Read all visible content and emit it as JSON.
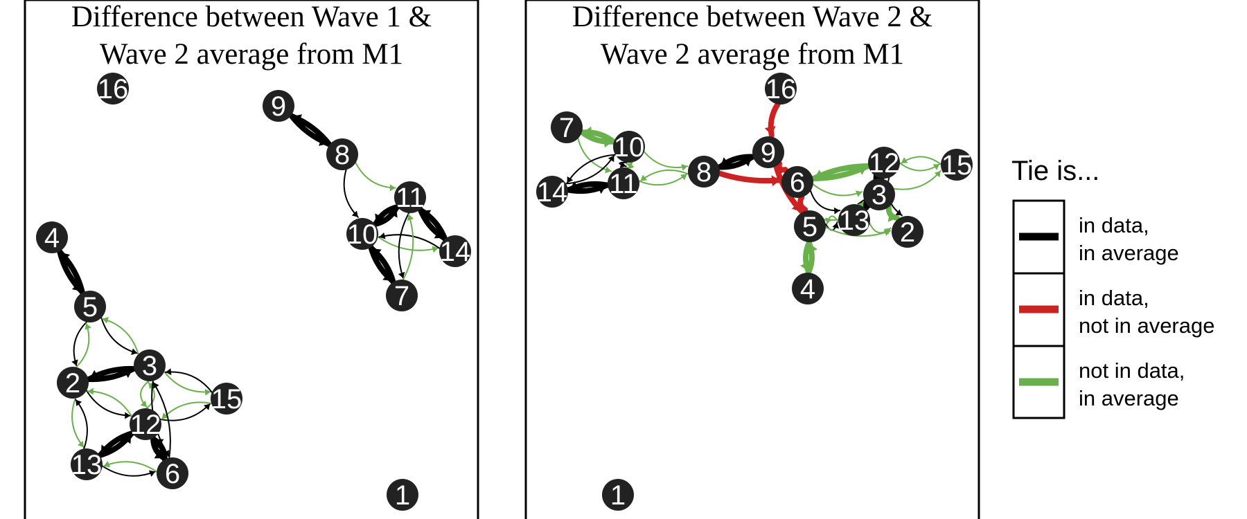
{
  "colors": {
    "in_data_in_average": "#000000",
    "in_data_not_in_average": "#cc2222",
    "not_in_data_in_average": "#6ab04c",
    "node_fill": "#222222",
    "node_label": "#ffffff"
  },
  "panels": [
    {
      "title_lines": [
        "Difference between Wave 1 &",
        "Wave 2 average from M1"
      ],
      "nodes": [
        "1",
        "2",
        "3",
        "4",
        "5",
        "6",
        "7",
        "8",
        "9",
        "10",
        "11",
        "12",
        "13",
        "14",
        "15",
        "16"
      ],
      "ties": [
        {
          "from": "9",
          "to": "8",
          "type": "in_data_in_average",
          "weight": "strong"
        },
        {
          "from": "8",
          "to": "9",
          "type": "in_data_in_average",
          "weight": "strong"
        },
        {
          "from": "8",
          "to": "11",
          "type": "not_in_data_in_average",
          "weight": "weak"
        },
        {
          "from": "8",
          "to": "10",
          "type": "in_data_in_average",
          "weight": "weak"
        },
        {
          "from": "10",
          "to": "11",
          "type": "in_data_in_average",
          "weight": "strong"
        },
        {
          "from": "11",
          "to": "10",
          "type": "in_data_in_average",
          "weight": "strong"
        },
        {
          "from": "11",
          "to": "14",
          "type": "in_data_in_average",
          "weight": "strong"
        },
        {
          "from": "14",
          "to": "11",
          "type": "in_data_in_average",
          "weight": "strong"
        },
        {
          "from": "10",
          "to": "7",
          "type": "in_data_in_average",
          "weight": "strong"
        },
        {
          "from": "7",
          "to": "10",
          "type": "in_data_in_average",
          "weight": "strong"
        },
        {
          "from": "10",
          "to": "14",
          "type": "not_in_data_in_average",
          "weight": "weak"
        },
        {
          "from": "14",
          "to": "10",
          "type": "in_data_in_average",
          "weight": "weak"
        },
        {
          "from": "11",
          "to": "7",
          "type": "in_data_in_average",
          "weight": "weak"
        },
        {
          "from": "7",
          "to": "11",
          "type": "not_in_data_in_average",
          "weight": "weak"
        },
        {
          "from": "4",
          "to": "5",
          "type": "in_data_in_average",
          "weight": "strong"
        },
        {
          "from": "5",
          "to": "4",
          "type": "in_data_in_average",
          "weight": "strong"
        },
        {
          "from": "5",
          "to": "2",
          "type": "in_data_in_average",
          "weight": "weak"
        },
        {
          "from": "2",
          "to": "5",
          "type": "not_in_data_in_average",
          "weight": "weak"
        },
        {
          "from": "5",
          "to": "3",
          "type": "in_data_in_average",
          "weight": "weak"
        },
        {
          "from": "3",
          "to": "5",
          "type": "not_in_data_in_average",
          "weight": "weak"
        },
        {
          "from": "2",
          "to": "3",
          "type": "in_data_in_average",
          "weight": "strong"
        },
        {
          "from": "3",
          "to": "2",
          "type": "in_data_in_average",
          "weight": "strong"
        },
        {
          "from": "3",
          "to": "15",
          "type": "not_in_data_in_average",
          "weight": "weak"
        },
        {
          "from": "15",
          "to": "3",
          "type": "in_data_in_average",
          "weight": "weak"
        },
        {
          "from": "12",
          "to": "15",
          "type": "in_data_in_average",
          "weight": "weak"
        },
        {
          "from": "15",
          "to": "12",
          "type": "not_in_data_in_average",
          "weight": "weak"
        },
        {
          "from": "3",
          "to": "12",
          "type": "not_in_data_in_average",
          "weight": "weak"
        },
        {
          "from": "12",
          "to": "3",
          "type": "not_in_data_in_average",
          "weight": "weak"
        },
        {
          "from": "2",
          "to": "12",
          "type": "in_data_in_average",
          "weight": "weak"
        },
        {
          "from": "12",
          "to": "2",
          "type": "not_in_data_in_average",
          "weight": "weak"
        },
        {
          "from": "12",
          "to": "13",
          "type": "in_data_in_average",
          "weight": "strong"
        },
        {
          "from": "13",
          "to": "12",
          "type": "in_data_in_average",
          "weight": "strong"
        },
        {
          "from": "12",
          "to": "6",
          "type": "in_data_in_average",
          "weight": "strong"
        },
        {
          "from": "6",
          "to": "12",
          "type": "in_data_in_average",
          "weight": "strong"
        },
        {
          "from": "3",
          "to": "6",
          "type": "in_data_in_average",
          "weight": "weak"
        },
        {
          "from": "6",
          "to": "3",
          "type": "in_data_in_average",
          "weight": "weak"
        },
        {
          "from": "13",
          "to": "6",
          "type": "in_data_in_average",
          "weight": "weak"
        },
        {
          "from": "6",
          "to": "13",
          "type": "not_in_data_in_average",
          "weight": "weak"
        },
        {
          "from": "2",
          "to": "13",
          "type": "not_in_data_in_average",
          "weight": "weak"
        },
        {
          "from": "13",
          "to": "2",
          "type": "in_data_in_average",
          "weight": "weak"
        }
      ]
    },
    {
      "title_lines": [
        "Difference between Wave 2 &",
        "Wave 2 average from M1"
      ],
      "nodes": [
        "1",
        "2",
        "3",
        "4",
        "5",
        "6",
        "7",
        "8",
        "9",
        "10",
        "11",
        "12",
        "13",
        "14",
        "15",
        "16"
      ],
      "ties": [
        {
          "from": "16",
          "to": "9",
          "type": "in_data_not_in_average",
          "weight": "strong"
        },
        {
          "from": "8",
          "to": "9",
          "type": "in_data_in_average",
          "weight": "strong"
        },
        {
          "from": "9",
          "to": "8",
          "type": "in_data_in_average",
          "weight": "strong"
        },
        {
          "from": "9",
          "to": "6",
          "type": "in_data_not_in_average",
          "weight": "strong"
        },
        {
          "from": "8",
          "to": "6",
          "type": "in_data_not_in_average",
          "weight": "strong"
        },
        {
          "from": "6",
          "to": "5",
          "type": "in_data_not_in_average",
          "weight": "strong"
        },
        {
          "from": "9",
          "to": "5",
          "type": "in_data_not_in_average",
          "weight": "strong"
        },
        {
          "from": "7",
          "to": "10",
          "type": "not_in_data_in_average",
          "weight": "strong"
        },
        {
          "from": "10",
          "to": "7",
          "type": "not_in_data_in_average",
          "weight": "strong"
        },
        {
          "from": "7",
          "to": "11",
          "type": "not_in_data_in_average",
          "weight": "weak"
        },
        {
          "from": "10",
          "to": "8",
          "type": "not_in_data_in_average",
          "weight": "weak"
        },
        {
          "from": "11",
          "to": "8",
          "type": "not_in_data_in_average",
          "weight": "weak"
        },
        {
          "from": "8",
          "to": "11",
          "type": "not_in_data_in_average",
          "weight": "weak"
        },
        {
          "from": "14",
          "to": "11",
          "type": "in_data_in_average",
          "weight": "strong"
        },
        {
          "from": "11",
          "to": "14",
          "type": "in_data_in_average",
          "weight": "strong"
        },
        {
          "from": "14",
          "to": "10",
          "type": "in_data_in_average",
          "weight": "weak"
        },
        {
          "from": "10",
          "to": "14",
          "type": "in_data_in_average",
          "weight": "weak"
        },
        {
          "from": "10",
          "to": "11",
          "type": "in_data_in_average",
          "weight": "weak"
        },
        {
          "from": "11",
          "to": "10",
          "type": "not_in_data_in_average",
          "weight": "weak"
        },
        {
          "from": "6",
          "to": "12",
          "type": "not_in_data_in_average",
          "weight": "strong"
        },
        {
          "from": "12",
          "to": "6",
          "type": "not_in_data_in_average",
          "weight": "strong"
        },
        {
          "from": "12",
          "to": "15",
          "type": "not_in_data_in_average",
          "weight": "weak"
        },
        {
          "from": "15",
          "to": "12",
          "type": "not_in_data_in_average",
          "weight": "weak"
        },
        {
          "from": "3",
          "to": "15",
          "type": "not_in_data_in_average",
          "weight": "weak"
        },
        {
          "from": "12",
          "to": "3",
          "type": "in_data_in_average",
          "weight": "strong"
        },
        {
          "from": "3",
          "to": "13",
          "type": "in_data_in_average",
          "weight": "strong"
        },
        {
          "from": "3",
          "to": "2",
          "type": "not_in_data_in_average",
          "weight": "strong"
        },
        {
          "from": "12",
          "to": "2",
          "type": "in_data_in_average",
          "weight": "weak"
        },
        {
          "from": "6",
          "to": "13",
          "type": "in_data_in_average",
          "weight": "weak"
        },
        {
          "from": "6",
          "to": "3",
          "type": "not_in_data_in_average",
          "weight": "weak"
        },
        {
          "from": "5",
          "to": "13",
          "type": "in_data_in_average",
          "weight": "weak"
        },
        {
          "from": "13",
          "to": "5",
          "type": "not_in_data_in_average",
          "weight": "weak"
        },
        {
          "from": "5",
          "to": "2",
          "type": "not_in_data_in_average",
          "weight": "weak"
        },
        {
          "from": "13",
          "to": "2",
          "type": "not_in_data_in_average",
          "weight": "weak"
        },
        {
          "from": "5",
          "to": "4",
          "type": "not_in_data_in_average",
          "weight": "strong"
        },
        {
          "from": "4",
          "to": "5",
          "type": "not_in_data_in_average",
          "weight": "strong"
        },
        {
          "from": "5",
          "to": "3",
          "type": "not_in_data_in_average",
          "weight": "weak"
        }
      ]
    }
  ],
  "legend": {
    "title": "Tie is...",
    "items": [
      {
        "type": "in_data_in_average",
        "lines": [
          "in data,",
          "in average"
        ]
      },
      {
        "type": "in_data_not_in_average",
        "lines": [
          "in data,",
          "not in average"
        ]
      },
      {
        "type": "not_in_data_in_average",
        "lines": [
          "not in data,",
          "in average"
        ]
      }
    ]
  }
}
